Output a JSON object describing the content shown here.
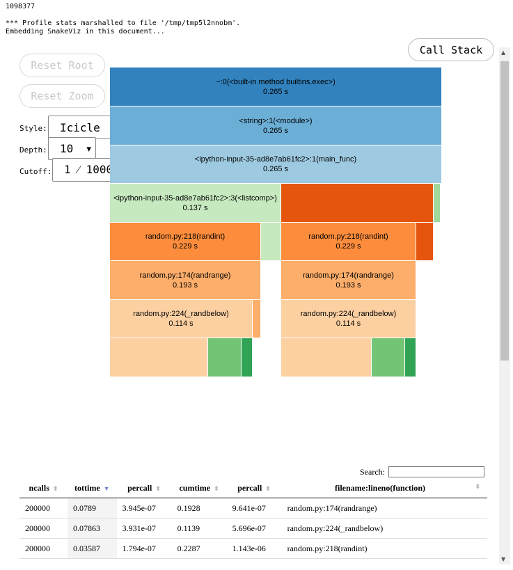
{
  "output": {
    "line1": "1098377",
    "line2": "*** Profile stats marshalled to file '/tmp/tmp5l2nnobm'.",
    "line3": "Embedding SnakeViz in this document..."
  },
  "controls": {
    "call_stack_label": "Call Stack",
    "reset_root_label": "Reset Root",
    "reset_zoom_label": "Reset Zoom",
    "style_label": "Style:",
    "style_value": "Icicle",
    "depth_label": "Depth:",
    "depth_value": "10",
    "cutoff_label": "Cutoff:",
    "cutoff_value": "1 ⁄ 1000"
  },
  "icicle": {
    "blocks": [
      {
        "name": "~:0(<built-in method builtins.exec>)",
        "time": "0.265 s",
        "color": "#3182bd"
      },
      {
        "name": "<string>:1(<module>)",
        "time": "0.265 s",
        "color": "#6baed6"
      },
      {
        "name": "<ipython-input-35-ad8e7ab61fc2>:1(main_func)",
        "time": "0.265 s",
        "color": "#9ecae1"
      },
      {
        "name": "<ipython-input-35-ad8e7ab61fc2>:3(<listcomp>)",
        "time": "0.137 s",
        "color": "#c7e9c0"
      },
      {
        "name": "",
        "time": "",
        "color": "#e6550d"
      },
      {
        "name": "",
        "time": "",
        "color": "#a1d99b"
      },
      {
        "name": "random.py:218(randint)",
        "time": "0.229 s",
        "color": "#fd8d3c"
      },
      {
        "name": "",
        "time": "",
        "color": "#c7e9c0"
      },
      {
        "name": "random.py:218(randint)",
        "time": "0.229 s",
        "color": "#fd8d3c"
      },
      {
        "name": "",
        "time": "",
        "color": "#e6550d"
      },
      {
        "name": "random.py:174(randrange)",
        "time": "0.193 s",
        "color": "#fdae6b"
      },
      {
        "name": "random.py:174(randrange)",
        "time": "0.193 s",
        "color": "#fdae6b"
      },
      {
        "name": "random.py:224(_randbelow)",
        "time": "0.114 s",
        "color": "#fdd0a2"
      },
      {
        "name": "",
        "time": "",
        "color": "#fdae6b"
      },
      {
        "name": "random.py:224(_randbelow)",
        "time": "0.114 s",
        "color": "#fdd0a2"
      },
      {
        "name": "",
        "time": "",
        "color": "#fdd0a2"
      },
      {
        "name": "",
        "time": "",
        "color": "#74c476"
      },
      {
        "name": "",
        "time": "",
        "color": "#31a354"
      },
      {
        "name": "",
        "time": "",
        "color": "#fdd0a2"
      },
      {
        "name": "",
        "time": "",
        "color": "#74c476"
      },
      {
        "name": "",
        "time": "",
        "color": "#31a354"
      }
    ]
  },
  "search": {
    "label": "Search:",
    "value": ""
  },
  "table": {
    "headers": [
      "ncalls",
      "tottime",
      "percall",
      "cumtime",
      "percall",
      "filename:lineno(function)"
    ],
    "rows": [
      [
        "200000",
        "0.0789",
        "3.945e-07",
        "0.1928",
        "9.641e-07",
        "random.py:174(randrange)"
      ],
      [
        "200000",
        "0.07863",
        "3.931e-07",
        "0.1139",
        "5.696e-07",
        "random.py:224(_randbelow)"
      ],
      [
        "200000",
        "0.03587",
        "1.794e-07",
        "0.2287",
        "1.143e-06",
        "random.py:218(randint)"
      ]
    ]
  }
}
